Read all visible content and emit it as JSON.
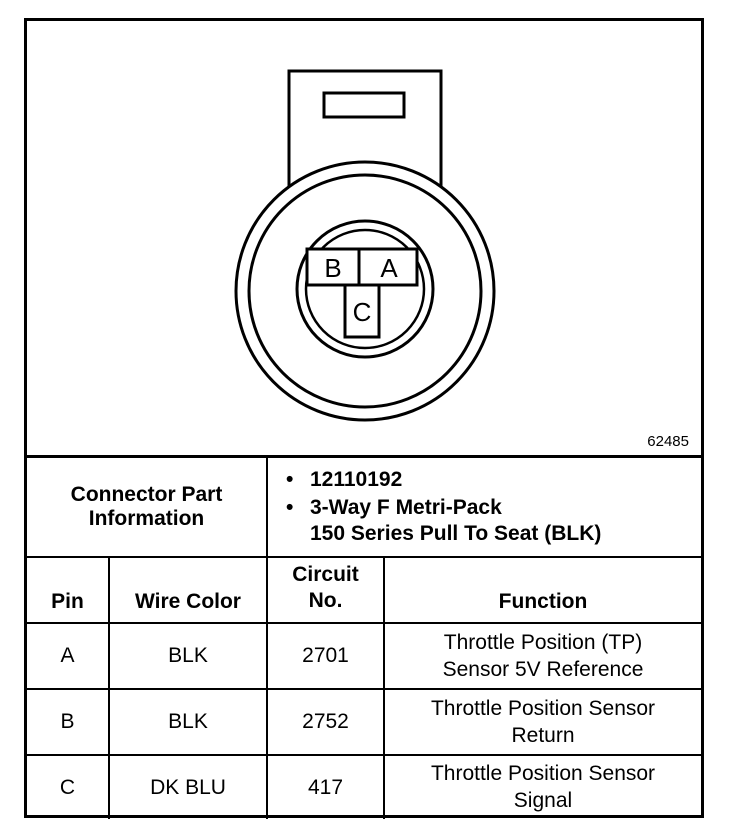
{
  "figure": {
    "figure_id": "62485",
    "pins": [
      {
        "id": "pin-b",
        "label": "B"
      },
      {
        "id": "pin-a",
        "label": "A"
      },
      {
        "id": "pin-c",
        "label": "C"
      }
    ]
  },
  "connector_info": {
    "label_line1": "Connector Part",
    "label_line2": "Information",
    "part_number": "12110192",
    "desc_line1": "3-Way F Metri-Pack",
    "desc_line2": "150 Series Pull To Seat (BLK)"
  },
  "table": {
    "headers": {
      "pin": "Pin",
      "wire_color": "Wire Color",
      "circuit_line1": "Circuit",
      "circuit_line2": "No.",
      "function": "Function"
    },
    "rows": [
      {
        "pin": "A",
        "wire_color": "BLK",
        "circuit": "2701",
        "function_line1": "Throttle Position (TP)",
        "function_line2": "Sensor 5V Reference"
      },
      {
        "pin": "B",
        "wire_color": "BLK",
        "circuit": "2752",
        "function_line1": "Throttle Position Sensor",
        "function_line2": "Return"
      },
      {
        "pin": "C",
        "wire_color": "DK BLU",
        "circuit": "417",
        "function_line1": "Throttle Position Sensor",
        "function_line2": "Signal"
      }
    ]
  }
}
